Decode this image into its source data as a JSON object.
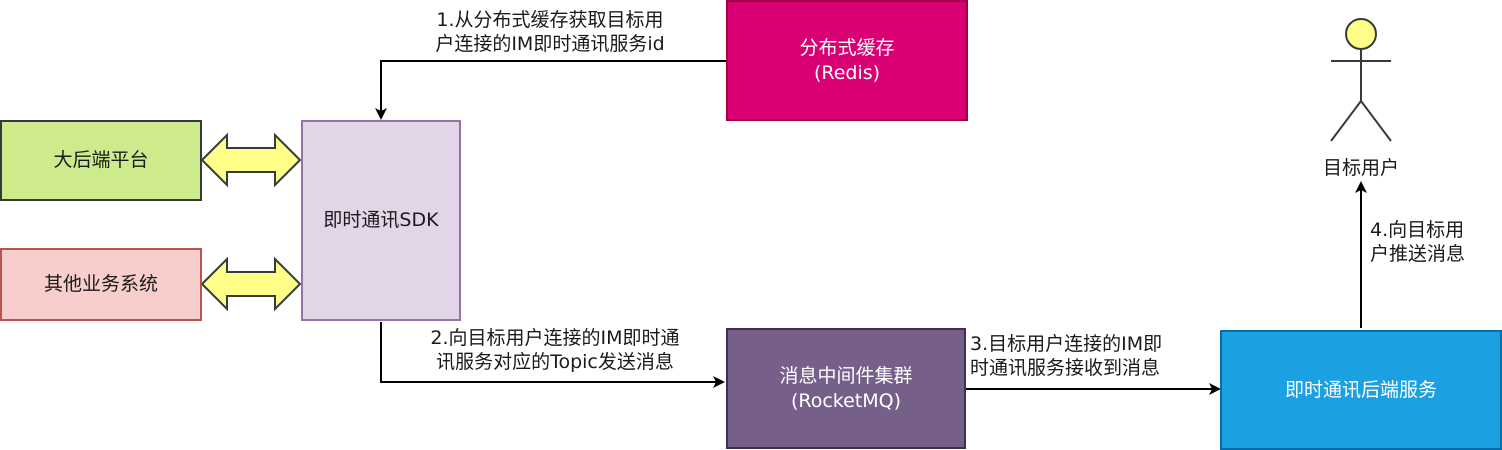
{
  "colors": {
    "redis_fill": "#d80073",
    "redis_stroke": "#a50040",
    "sdk_fill": "#e1d5e7",
    "sdk_stroke": "#9673a6",
    "backend_platform_fill": "#cdeb8b",
    "backend_platform_stroke": "#36393d",
    "other_systems_fill": "#f8cecc",
    "other_systems_stroke": "#b85450",
    "mq_fill": "#76608a",
    "mq_stroke": "#432d57",
    "im_backend_fill": "#1ba1e2",
    "im_backend_stroke": "#006eaf",
    "double_arrow_fill": "#ffff88",
    "double_arrow_stroke": "#36393d",
    "actor_head_fill": "#ffff88",
    "edge": "#000000"
  },
  "nodes": {
    "redis": {
      "line1": "分布式缓存",
      "line2": "(Redis)"
    },
    "sdk": {
      "label": "即时通讯SDK"
    },
    "backend_platform": {
      "label": "大后端平台"
    },
    "other_systems": {
      "label": "其他业务系统"
    },
    "mq": {
      "line1": "消息中间件集群",
      "line2": "(RocketMQ)"
    },
    "im_backend": {
      "label": "即时通讯后端服务"
    },
    "target_user": {
      "label": "目标用户"
    }
  },
  "edges": {
    "step1": {
      "line1": "1.从分布式缓存获取目标用",
      "line2": "户连接的IM即时通讯服务id"
    },
    "step2": {
      "line1": "2.向目标用户连接的IM即时通",
      "line2": "讯服务对应的Topic发送消息"
    },
    "step3": {
      "line1": "3.目标用户连接的IM即",
      "line2": "时通讯服务接收到消息"
    },
    "step4": {
      "line1": "4.向目标用",
      "line2": "户推送消息"
    }
  }
}
